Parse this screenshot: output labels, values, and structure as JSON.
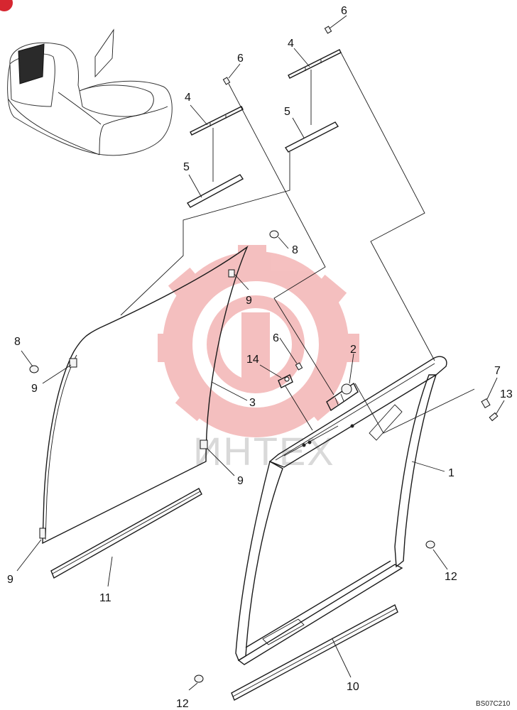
{
  "diagram": {
    "drawing_code": "BS07C210",
    "watermark_text": "ИНТЕХ",
    "callouts": [
      {
        "id": "callout-1",
        "label": "1"
      },
      {
        "id": "callout-2",
        "label": "2"
      },
      {
        "id": "callout-3",
        "label": "3"
      },
      {
        "id": "callout-4a",
        "label": "4"
      },
      {
        "id": "callout-4b",
        "label": "4"
      },
      {
        "id": "callout-5a",
        "label": "5"
      },
      {
        "id": "callout-5b",
        "label": "5"
      },
      {
        "id": "callout-6a",
        "label": "6"
      },
      {
        "id": "callout-6b",
        "label": "6"
      },
      {
        "id": "callout-6c",
        "label": "6"
      },
      {
        "id": "callout-7",
        "label": "7"
      },
      {
        "id": "callout-8a",
        "label": "8"
      },
      {
        "id": "callout-8b",
        "label": "8"
      },
      {
        "id": "callout-9a",
        "label": "9"
      },
      {
        "id": "callout-9b",
        "label": "9"
      },
      {
        "id": "callout-9c",
        "label": "9"
      },
      {
        "id": "callout-9d",
        "label": "9"
      },
      {
        "id": "callout-10",
        "label": "10"
      },
      {
        "id": "callout-11",
        "label": "11"
      },
      {
        "id": "callout-12a",
        "label": "12"
      },
      {
        "id": "callout-12b",
        "label": "12"
      },
      {
        "id": "callout-13",
        "label": "13"
      },
      {
        "id": "callout-14",
        "label": "14"
      }
    ]
  }
}
